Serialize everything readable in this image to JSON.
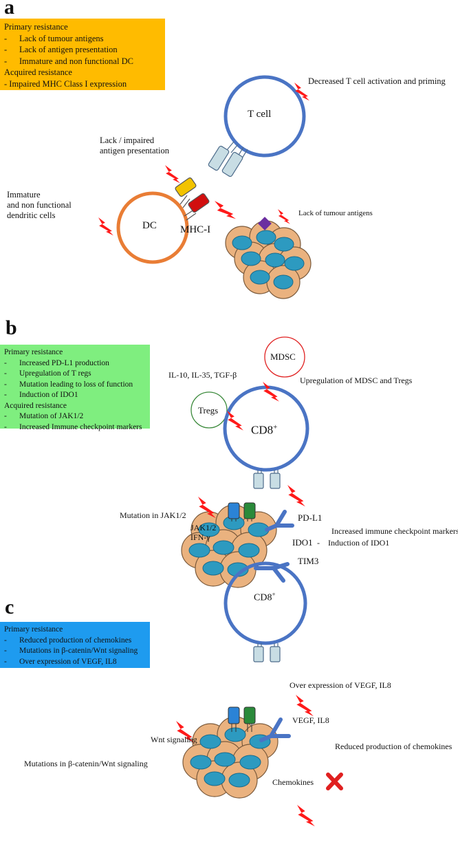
{
  "colors": {
    "box_a": "#ffbb00",
    "box_b": "#7fee7f",
    "box_c": "#1e9bef",
    "cell_ring": "#4a74c4",
    "dc_ring": "#e97d35",
    "mdsc_ring": "#e02020",
    "treg_ring": "#3c8a3c",
    "tumour_fill": "#eab27f",
    "nucleus": "#2d9ac0",
    "bolt": "#ff1a1a",
    "receptor_blue": "#2b83d6",
    "receptor_green": "#2a8a3a",
    "receptor_light": "#c8dde4",
    "receptor_yellow": "#f2c300",
    "receptor_red": "#d10f0f",
    "antigen_purple": "#6b2ea0",
    "checkpoint": "#4a74c4"
  },
  "panel_a": {
    "letter": "a",
    "box": {
      "primary_title": "Primary resistance",
      "primary_items": [
        "Lack of tumour antigens",
        "Lack of antigen presentation",
        "Immature and non functional DC"
      ],
      "acquired_title": "Acquired resistance",
      "acquired_item": "- Impaired MHC Class I expression"
    },
    "t_cell": "T cell",
    "dc": "DC",
    "mhc": "MHC-I",
    "decreased_activation": "Decreased T cell activation and priming",
    "lack_presentation": "Lack / impaired\nantigen presentation",
    "immature_dc": "Immature\nand non functional\n dendritic cells",
    "lack_antigens": "Lack of tumour antigens"
  },
  "panel_b": {
    "letter": "b",
    "box": {
      "primary_title": "Primary resistance",
      "primary_items": [
        "Increased PD-L1 production",
        "Upregulation of T regs",
        "Mutation leading to loss of function",
        "Induction of IDO1"
      ],
      "acquired_title": "Acquired resistance",
      "acquired_items": [
        "Mutation of JAK1/2",
        "Increased Immune checkpoint markers"
      ]
    },
    "mdsc": "MDSC",
    "tregs": "Tregs",
    "cd8": "CD8",
    "cd8_sup": "+",
    "cytokines": "IL-10, IL-35, TGF-β",
    "upregulation": "Upregulation of MDSC and Tregs",
    "mutation_jak": "Mutation in JAK1/2",
    "jak_ifn": "JAK1/2\nIFN-γ",
    "pdl1": "PD-L1",
    "ido1": "IDO1",
    "checkpoint_markers": "Increased immune checkpoint markers",
    "induction_ido1": "-    Induction of IDO1",
    "tim3": "TIM3"
  },
  "panel_c": {
    "letter": "c",
    "box": {
      "primary_title": "Primary resistance",
      "primary_items": [
        "Reduced production of chemokines",
        "Mutations in β-catenin/Wnt signaling",
        "Over expression of VEGF, IL8"
      ]
    },
    "cd8": "CD8",
    "cd8_sup": "+",
    "over_expression": "Over expression of VEGF, IL8",
    "vegf": "VEGF, IL8",
    "wnt": "Wnt signaling",
    "reduced_chemokines": "Reduced production of chemokines",
    "mutations_beta": "Mutations in β-catenin/Wnt signaling",
    "chemokines": "Chemokines"
  }
}
